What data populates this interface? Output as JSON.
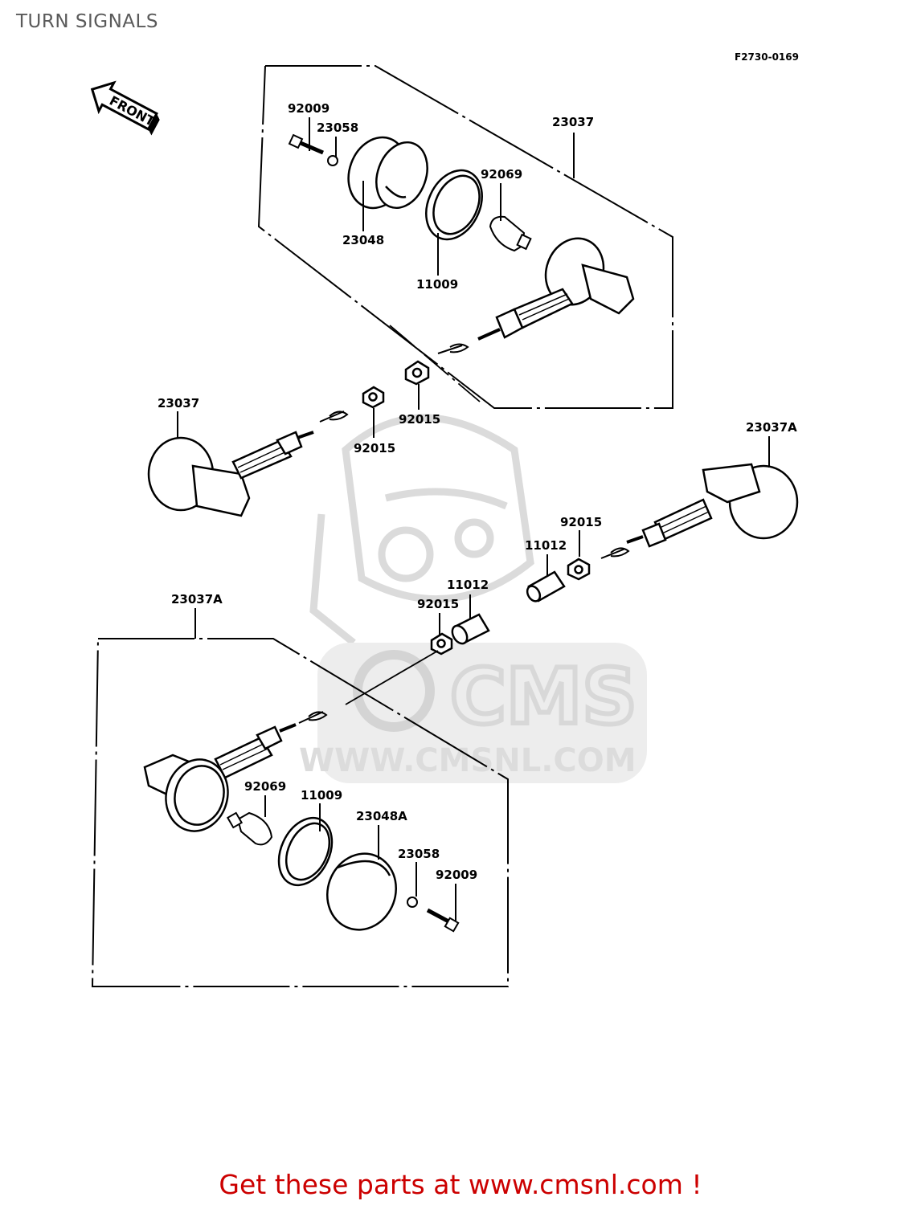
{
  "page": {
    "title": "TURN SIGNALS"
  },
  "diagram": {
    "code": "F2730-0169",
    "front_label": "FRONT",
    "callouts": {
      "top_screw": "92009",
      "top_washer": "23058",
      "top_assembly": "23037",
      "top_lens": "23048",
      "top_bulb": "92069",
      "top_gasket": "11009",
      "top_nut_right": "92015",
      "left_assembly": "23037",
      "left_nut": "92015",
      "right_assembly": "23037A",
      "right_nut": "92015",
      "right_spacer": "11012",
      "center_spacer": "11012",
      "center_nut": "92015",
      "bottom_assembly": "23037A",
      "bottom_bulb": "92069",
      "bottom_gasket": "11009",
      "bottom_lens": "23048A",
      "bottom_washer": "23058",
      "bottom_screw": "92009"
    }
  },
  "watermark": {
    "brand": "CMS",
    "url": "WWW.CMSNL.COM"
  },
  "footer": {
    "link_text": "Get these parts at www.cmsnl.com !"
  }
}
